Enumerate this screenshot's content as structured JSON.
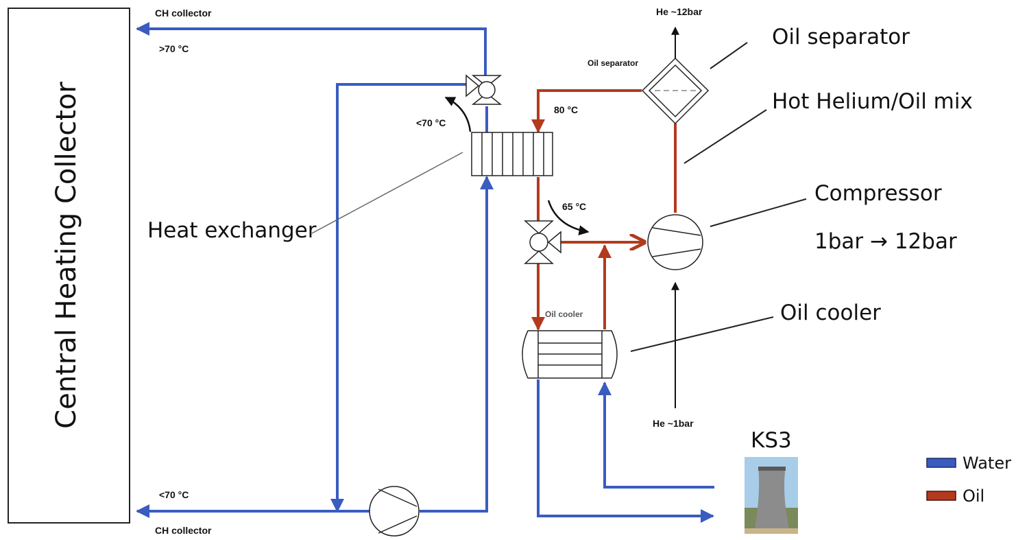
{
  "colors": {
    "water": "#3a5cc0",
    "oil": "#b33a1e",
    "line": "#222222"
  },
  "labels": {
    "central_heating": "Central Heating Collector",
    "ch_collector_top": "CH collector",
    "temp_above70": ">70 °C",
    "temp_below70_exchanger": "<70 °C",
    "temp_80": "80 °C",
    "temp_65": "65 °C",
    "temp_below70_return": "<70 °C",
    "ch_collector_bottom": "CH collector",
    "he_12bar": "He ~12bar",
    "he_1bar": "He ~1bar",
    "oil_separator_small": "Oil separator",
    "oil_cooler_small": "Oil cooler",
    "oil_separator": "Oil separator",
    "hot_mix": "Hot Helium/Oil mix",
    "compressor": "Compressor",
    "pressure": "1bar → 12bar",
    "oil_cooler": "Oil cooler",
    "heat_exchanger": "Heat exchanger",
    "ks3": "KS3"
  },
  "legend": [
    {
      "label": "Water",
      "color": "#3a5cc0"
    },
    {
      "label": "Oil",
      "color": "#b33a1e"
    }
  ],
  "icons": {
    "cooling_tower": "cooling-tower-icon"
  }
}
